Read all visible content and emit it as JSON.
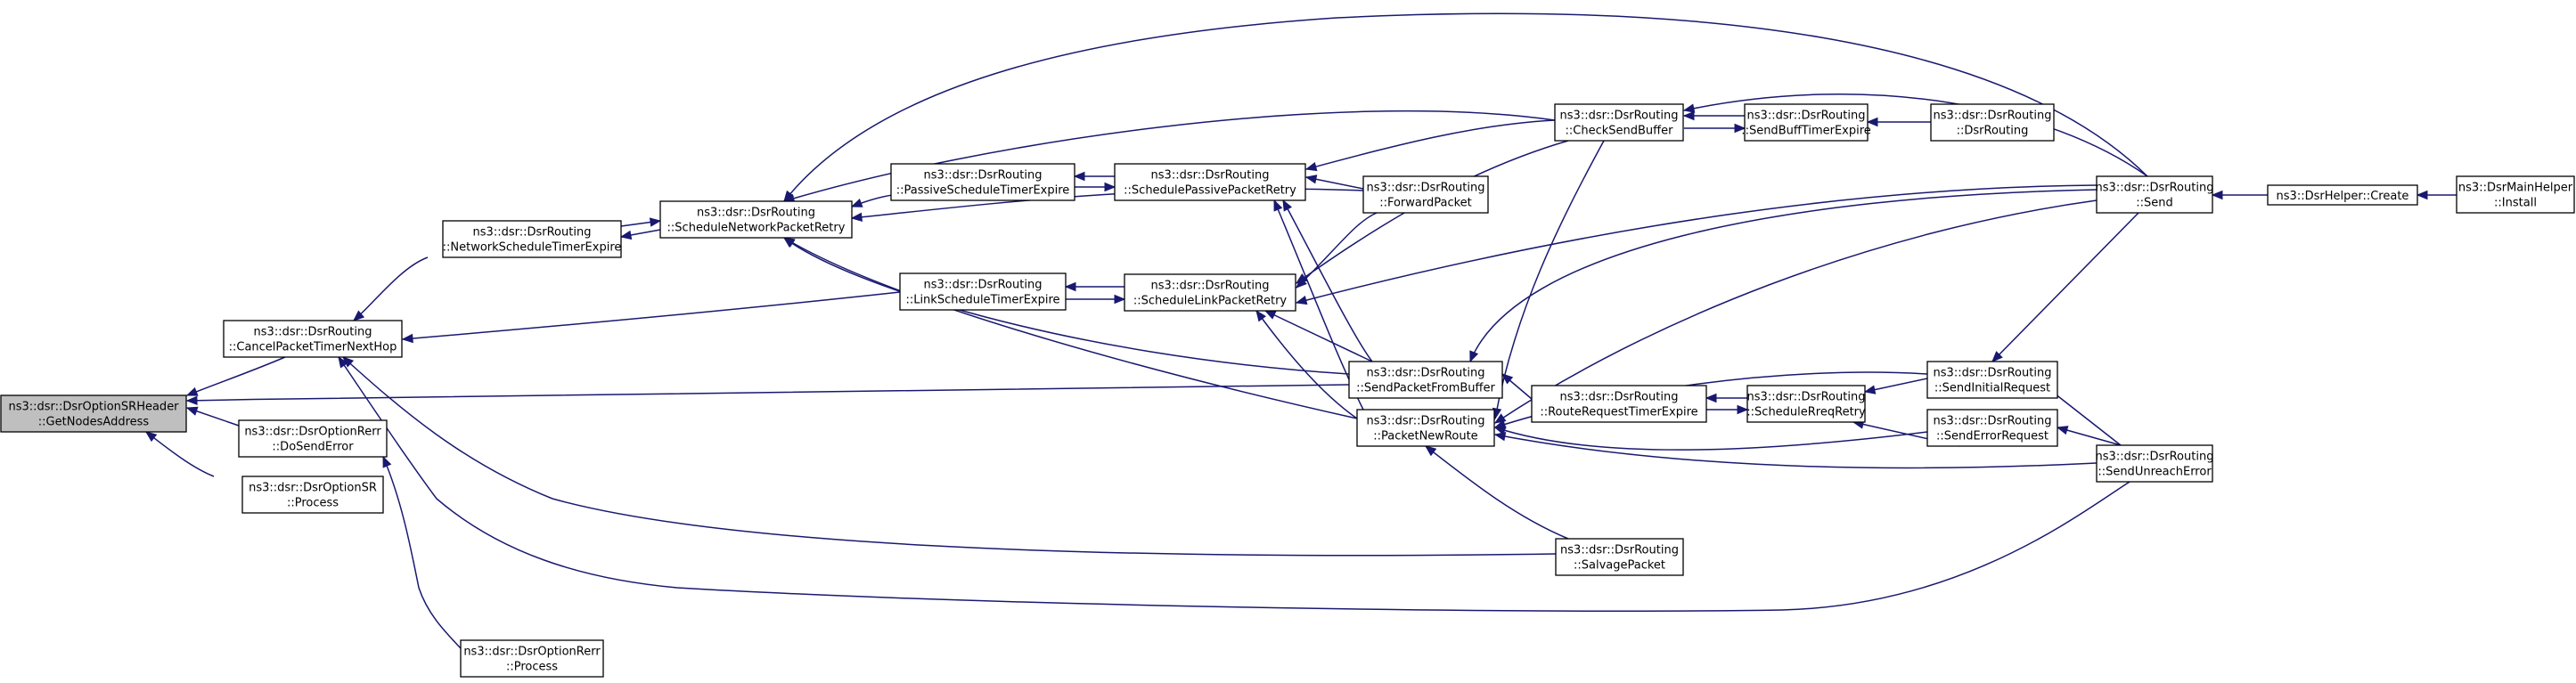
{
  "graph": {
    "nodes": [
      {
        "id": "gna",
        "line1": "ns3::dsr::DsrOptionSRHeader",
        "line2": "::GetNodesAddress",
        "focus": true
      },
      {
        "id": "cpt",
        "line1": "ns3::dsr::DsrRouting",
        "line2": "::CancelPacketTimerNextHop"
      },
      {
        "id": "dse",
        "line1": "ns3::dsr::DsrOptionRerr",
        "line2": "::DoSendError"
      },
      {
        "id": "osp",
        "line1": "ns3::dsr::DsrOptionSR",
        "line2": "::Process"
      },
      {
        "id": "orp",
        "line1": "ns3::dsr::DsrOptionRerr",
        "line2": "::Process"
      },
      {
        "id": "nst",
        "line1": "ns3::dsr::DsrRouting",
        "line2": "::NetworkScheduleTimerExpire"
      },
      {
        "id": "snp",
        "line1": "ns3::dsr::DsrRouting",
        "line2": "::ScheduleNetworkPacketRetry"
      },
      {
        "id": "pst",
        "line1": "ns3::dsr::DsrRouting",
        "line2": "::PassiveScheduleTimerExpire"
      },
      {
        "id": "lst",
        "line1": "ns3::dsr::DsrRouting",
        "line2": "::LinkScheduleTimerExpire"
      },
      {
        "id": "spp",
        "line1": "ns3::dsr::DsrRouting",
        "line2": "::SchedulePassivePacketRetry"
      },
      {
        "id": "slp",
        "line1": "ns3::dsr::DsrRouting",
        "line2": "::ScheduleLinkPacketRetry"
      },
      {
        "id": "fwd",
        "line1": "ns3::dsr::DsrRouting",
        "line2": "::ForwardPacket"
      },
      {
        "id": "spf",
        "line1": "ns3::dsr::DsrRouting",
        "line2": "::SendPacketFromBuffer"
      },
      {
        "id": "pnr",
        "line1": "ns3::dsr::DsrRouting",
        "line2": "::PacketNewRoute"
      },
      {
        "id": "csb",
        "line1": "ns3::dsr::DsrRouting",
        "line2": "::CheckSendBuffer"
      },
      {
        "id": "rrt",
        "line1": "ns3::dsr::DsrRouting",
        "line2": "::RouteRequestTimerExpire"
      },
      {
        "id": "svp",
        "line1": "ns3::dsr::DsrRouting",
        "line2": "::SalvagePacket"
      },
      {
        "id": "sbt",
        "line1": "ns3::dsr::DsrRouting",
        "line2": "::SendBuffTimerExpire"
      },
      {
        "id": "srr",
        "line1": "ns3::dsr::DsrRouting",
        "line2": "::ScheduleRreqRetry"
      },
      {
        "id": "ctor",
        "line1": "ns3::dsr::DsrRouting",
        "line2": "::DsrRouting"
      },
      {
        "id": "sir",
        "line1": "ns3::dsr::DsrRouting",
        "line2": "::SendInitialRequest"
      },
      {
        "id": "ser",
        "line1": "ns3::dsr::DsrRouting",
        "line2": "::SendErrorRequest"
      },
      {
        "id": "snd",
        "line1": "ns3::dsr::DsrRouting",
        "line2": "::Send"
      },
      {
        "id": "sue",
        "line1": "ns3::dsr::DsrRouting",
        "line2": "::SendUnreachError"
      },
      {
        "id": "hcr",
        "line1": "ns3::DsrHelper::Create",
        "line2": ""
      },
      {
        "id": "mhi",
        "line1": "ns3::DsrMainHelper",
        "line2": "::Install"
      }
    ]
  }
}
